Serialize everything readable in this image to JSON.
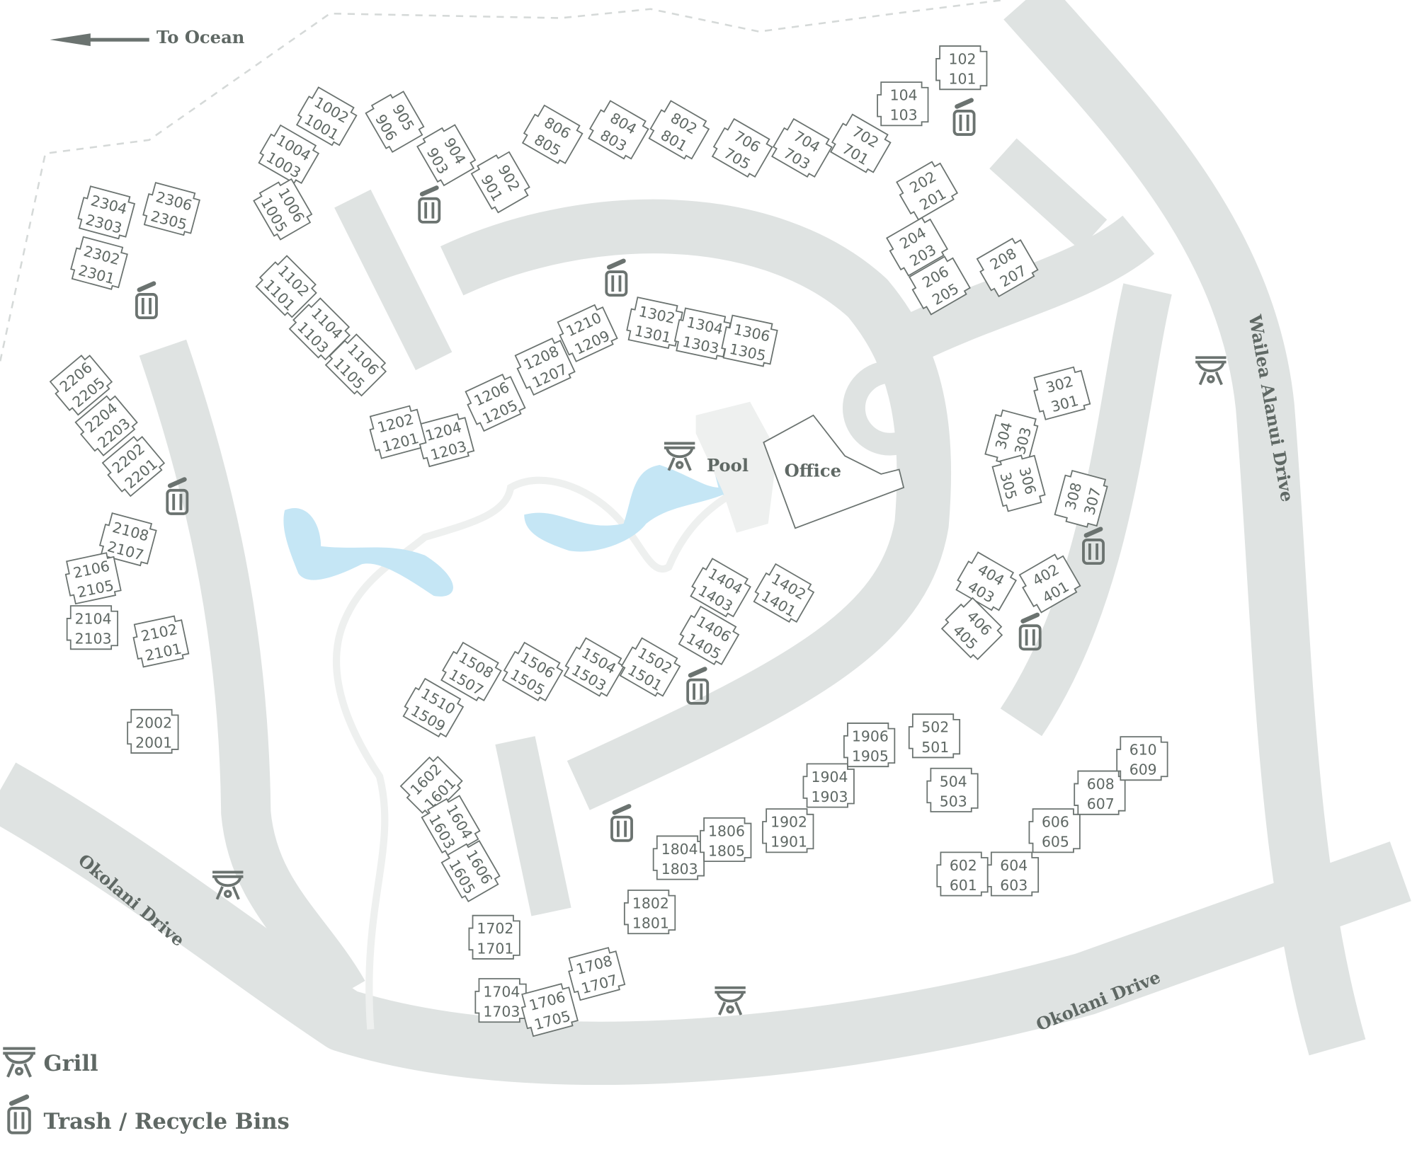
{
  "title_arrow": "To Ocean",
  "places": {
    "pool": "Pool",
    "office": "Office"
  },
  "roads": {
    "okolani_left": "Okolani Drive",
    "okolani_bottom": "Okolani Drive",
    "wailea": "Wailea Alanui Drive"
  },
  "legend": {
    "grill": "Grill",
    "trash": "Trash / Recycle Bins"
  },
  "colors": {
    "road": "#dfe3e2",
    "water": "#c5e6f5",
    "ink": "#6b7370"
  },
  "buildings": [
    [
      "102",
      "101"
    ],
    [
      "104",
      "103"
    ],
    [
      "1002",
      "1001"
    ],
    [
      "1004",
      "1003"
    ],
    [
      "1006",
      "1005"
    ],
    [
      "905",
      "906"
    ],
    [
      "904",
      "903"
    ],
    [
      "902",
      "901"
    ],
    [
      "806",
      "805"
    ],
    [
      "804",
      "803"
    ],
    [
      "802",
      "801"
    ],
    [
      "706",
      "705"
    ],
    [
      "704",
      "703"
    ],
    [
      "702",
      "701"
    ],
    [
      "202",
      "201"
    ],
    [
      "204",
      "203"
    ],
    [
      "206",
      "205"
    ],
    [
      "208",
      "207"
    ],
    [
      "2304",
      "2303"
    ],
    [
      "2306",
      "2305"
    ],
    [
      "2302",
      "2301"
    ],
    [
      "1102",
      "1101"
    ],
    [
      "1104",
      "1103"
    ],
    [
      "1106",
      "1105"
    ],
    [
      "1210",
      "1209"
    ],
    [
      "1208",
      "1207"
    ],
    [
      "1206",
      "1205"
    ],
    [
      "1204",
      "1203"
    ],
    [
      "1202",
      "1201"
    ],
    [
      "1302",
      "1301"
    ],
    [
      "1304",
      "1303"
    ],
    [
      "1306",
      "1305"
    ],
    [
      "2206",
      "2205"
    ],
    [
      "2204",
      "2203"
    ],
    [
      "2202",
      "2201"
    ],
    [
      "2108",
      "2107"
    ],
    [
      "2106",
      "2105"
    ],
    [
      "2104",
      "2103"
    ],
    [
      "2102",
      "2101"
    ],
    [
      "2002",
      "2001"
    ],
    [
      "302",
      "301"
    ],
    [
      "304",
      "303"
    ],
    [
      "306",
      "305"
    ],
    [
      "308",
      "307"
    ],
    [
      "404",
      "403"
    ],
    [
      "402",
      "401"
    ],
    [
      "406",
      "405"
    ],
    [
      "1404",
      "1403"
    ],
    [
      "1402",
      "1401"
    ],
    [
      "1406",
      "1405"
    ],
    [
      "1508",
      "1507"
    ],
    [
      "1506",
      "1505"
    ],
    [
      "1504",
      "1503"
    ],
    [
      "1502",
      "1501"
    ],
    [
      "1510",
      "1509"
    ],
    [
      "1602",
      "1601"
    ],
    [
      "1604",
      "1603"
    ],
    [
      "1606",
      "1605"
    ],
    [
      "1702",
      "1701"
    ],
    [
      "1704",
      "1703"
    ],
    [
      "1706",
      "1705"
    ],
    [
      "1708",
      "1707"
    ],
    [
      "1802",
      "1801"
    ],
    [
      "1804",
      "1803"
    ],
    [
      "1806",
      "1805"
    ],
    [
      "1902",
      "1901"
    ],
    [
      "1904",
      "1903"
    ],
    [
      "1906",
      "1905"
    ],
    [
      "502",
      "501"
    ],
    [
      "504",
      "503"
    ],
    [
      "602",
      "601"
    ],
    [
      "604",
      "603"
    ],
    [
      "606",
      "605"
    ],
    [
      "608",
      "607"
    ],
    [
      "610",
      "609"
    ]
  ]
}
